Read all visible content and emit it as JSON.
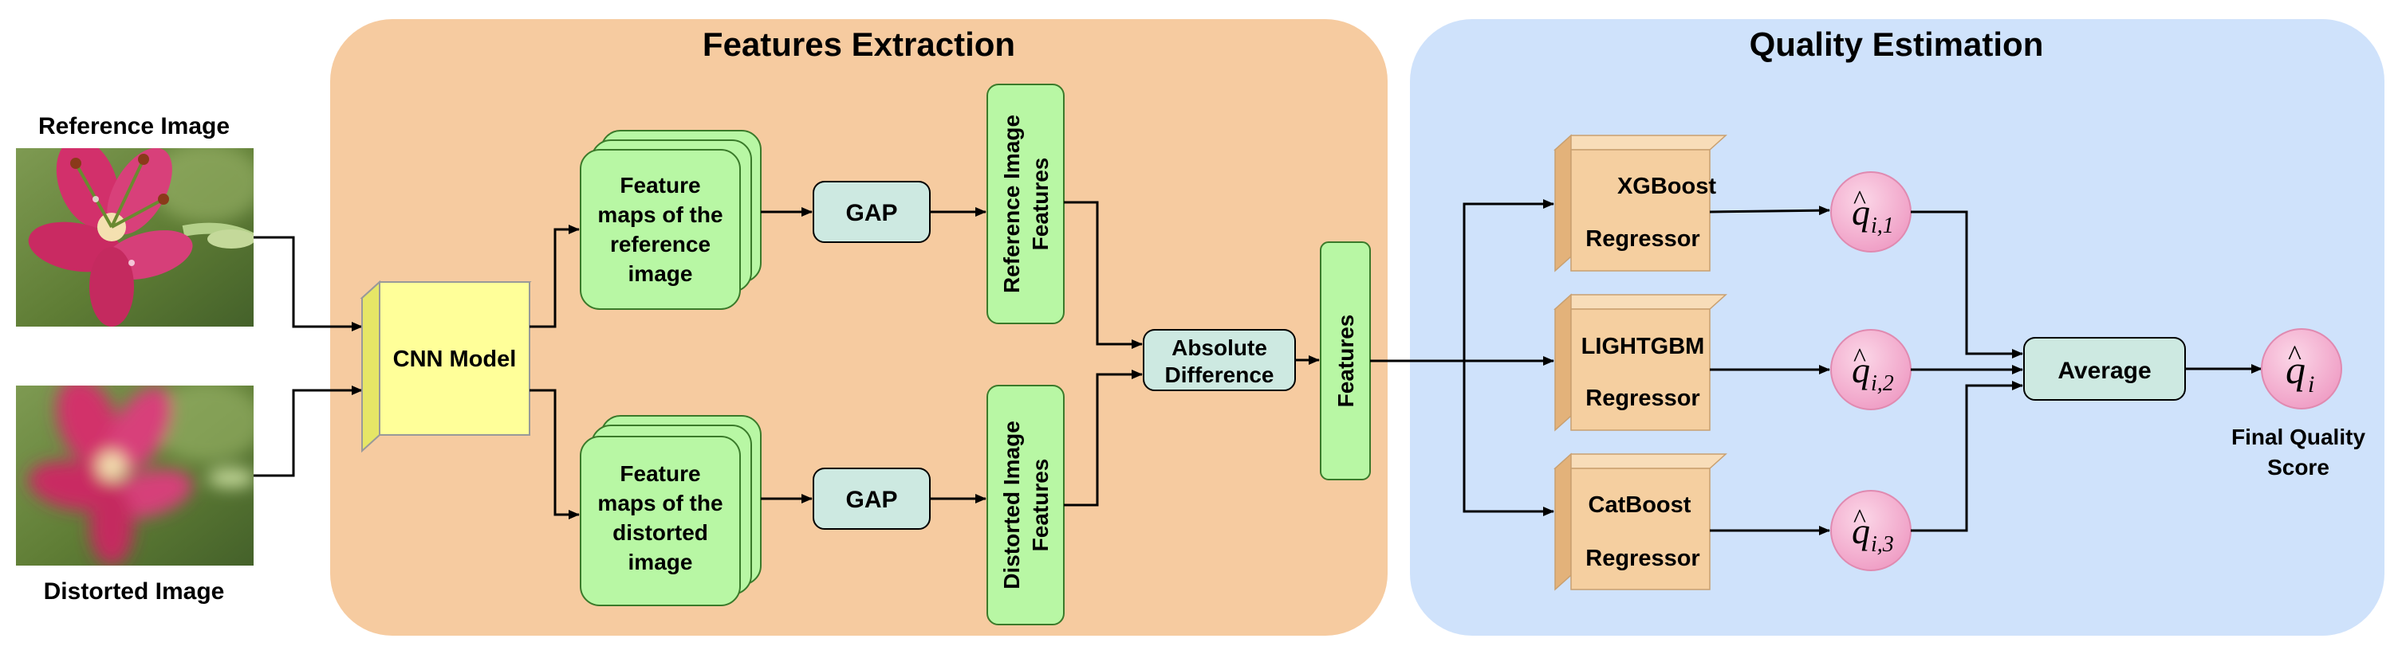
{
  "sections": {
    "features_extraction": {
      "title": "Features Extraction",
      "color": "#f6cba0"
    },
    "quality_estimation": {
      "title": "Quality Estimation",
      "color": "#cfe2fb"
    }
  },
  "inputs": {
    "reference_label": "Reference Image",
    "distorted_label": "Distorted Image"
  },
  "cnn": {
    "label": "CNN Model",
    "color": "#ffff99"
  },
  "feature_maps": {
    "reference": [
      "Feature",
      "maps of the",
      "reference",
      "image"
    ],
    "distorted": [
      "Feature",
      "maps of the",
      "distorted",
      "image"
    ]
  },
  "gap": {
    "label": "GAP"
  },
  "vertical_features": {
    "reference": [
      "Reference Image",
      "Features"
    ],
    "distorted": [
      "Distorted Image",
      "Features"
    ],
    "combined": "Features"
  },
  "absolute_difference": [
    "Absolute",
    "Difference"
  ],
  "regressors": [
    {
      "name": "XGBoost",
      "suffix": "Regressor"
    },
    {
      "name": "LIGHTGBM",
      "suffix": "Regressor"
    },
    {
      "name": "CatBoost",
      "suffix": "Regressor"
    }
  ],
  "predictions": [
    {
      "base": "q",
      "subscript": "i,1"
    },
    {
      "base": "q",
      "subscript": "i,2"
    },
    {
      "base": "q",
      "subscript": "i,3"
    }
  ],
  "average": {
    "label": "Average"
  },
  "final": {
    "symbol": {
      "base": "q",
      "subscript": "i"
    },
    "label": [
      "Final Quality",
      "Score"
    ]
  },
  "colors": {
    "green": "#b8f7a4",
    "teal": "#cde9e1",
    "regressor": "#f5cfa0",
    "pink": "#f7b8d7",
    "flower_petal": "#d2306b",
    "foliage": "#5e7a33"
  }
}
